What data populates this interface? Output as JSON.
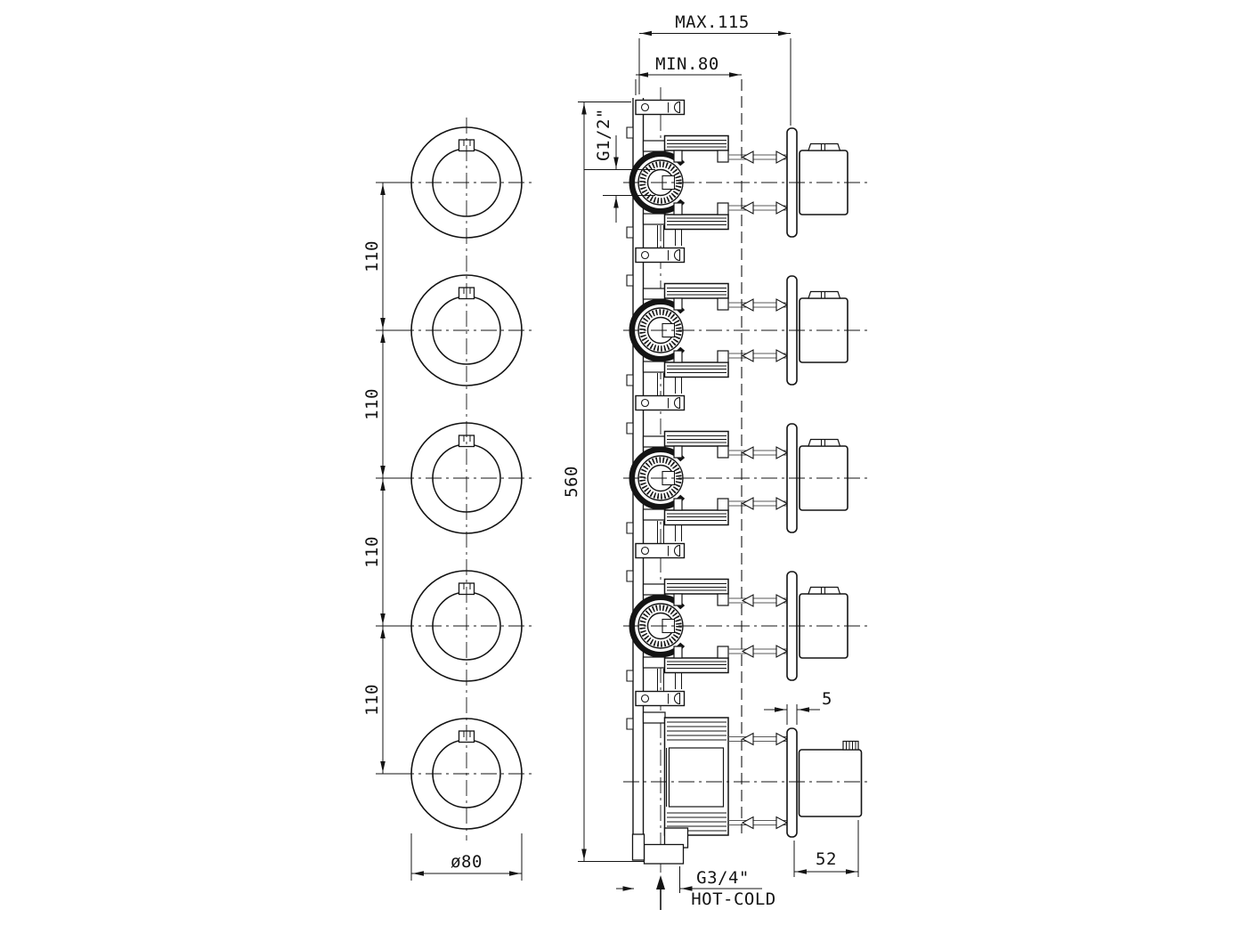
{
  "drawing": {
    "dims": {
      "max_depth": "MAX.115",
      "min_depth": "MIN.80",
      "port_thread": "G1/2\"",
      "spacing": [
        "110",
        "110",
        "110",
        "110"
      ],
      "total_length": "560",
      "trim_diameter": "ø80",
      "plate_thickness": "5",
      "handle_depth": "52",
      "supply_thread": "G3/4\"",
      "supply_label": "HOT-COLD"
    }
  }
}
